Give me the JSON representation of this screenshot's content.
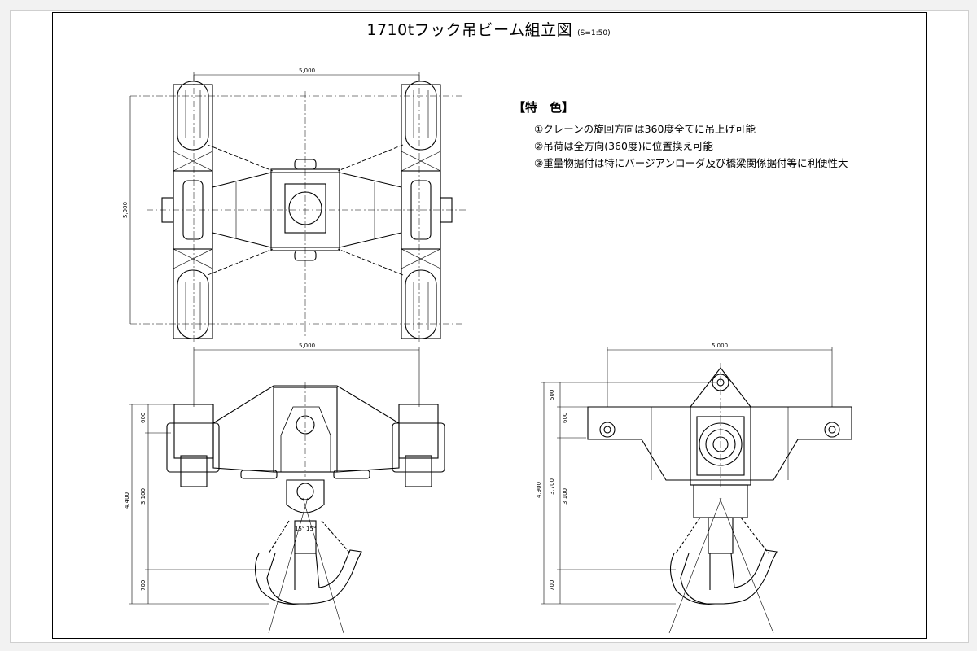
{
  "title": "1710tフック吊ビーム組立図",
  "scale": "(S=1:50)",
  "features": {
    "heading": "【特　色】",
    "items": [
      "①クレーンの旋回方向は360度全てに吊上げ可能",
      "②吊荷は全方向(360度)に位置換え可能",
      "③重量物据付は特にバージアンローダ及び橋梁関係据付等に利便性大"
    ]
  },
  "dimensions": {
    "top_width": "5,000",
    "top_height": "5,000",
    "front_width": "5,000",
    "front_total": "4,400",
    "front_600": "600",
    "front_3100": "3,100",
    "front_700": "700",
    "angle_a": "15°",
    "angle_b": "15°",
    "side_width": "5,000",
    "side_total": "4,900",
    "side_500": "500",
    "side_600": "600",
    "side_3700": "3,700",
    "side_3100": "3,100",
    "side_700": "700"
  }
}
